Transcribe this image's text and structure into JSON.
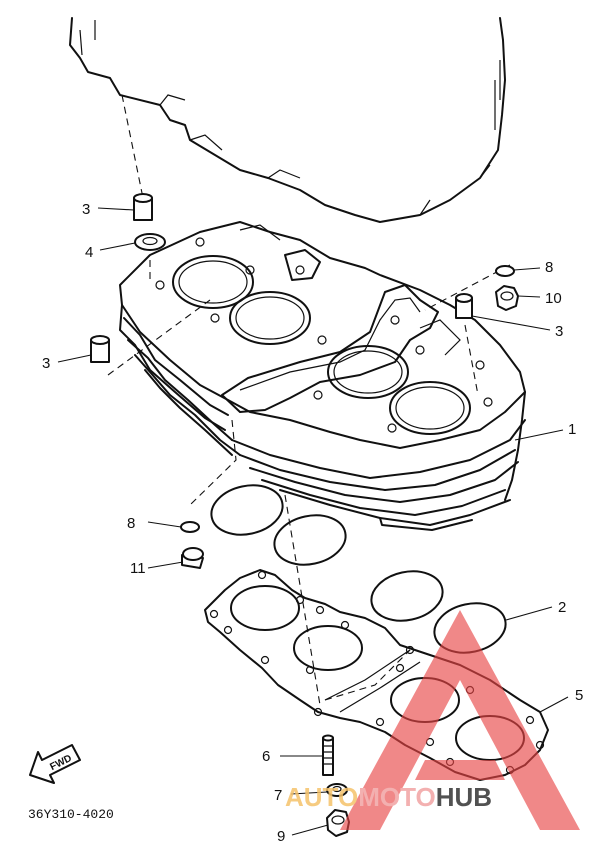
{
  "diagram": {
    "part_code": "36Y310-4020",
    "fwd_label": "FWD",
    "callouts": [
      {
        "id": "c3a",
        "label": "3"
      },
      {
        "id": "c4",
        "label": "4"
      },
      {
        "id": "c3b",
        "label": "3"
      },
      {
        "id": "c8a",
        "label": "8"
      },
      {
        "id": "c10",
        "label": "10"
      },
      {
        "id": "c3c",
        "label": "3"
      },
      {
        "id": "c1",
        "label": "1"
      },
      {
        "id": "c8b",
        "label": "8"
      },
      {
        "id": "c11",
        "label": "11"
      },
      {
        "id": "c2",
        "label": "2"
      },
      {
        "id": "c5",
        "label": "5"
      },
      {
        "id": "c6",
        "label": "6"
      },
      {
        "id": "c7",
        "label": "7"
      },
      {
        "id": "c9",
        "label": "9"
      }
    ]
  },
  "watermark": {
    "parts": [
      "AUTO",
      "MOTO",
      "HUB"
    ],
    "colors": {
      "auto": "#f5c26b",
      "moto": "#f2a3a3",
      "hub": "#333333",
      "triangle": "#e84545"
    }
  }
}
